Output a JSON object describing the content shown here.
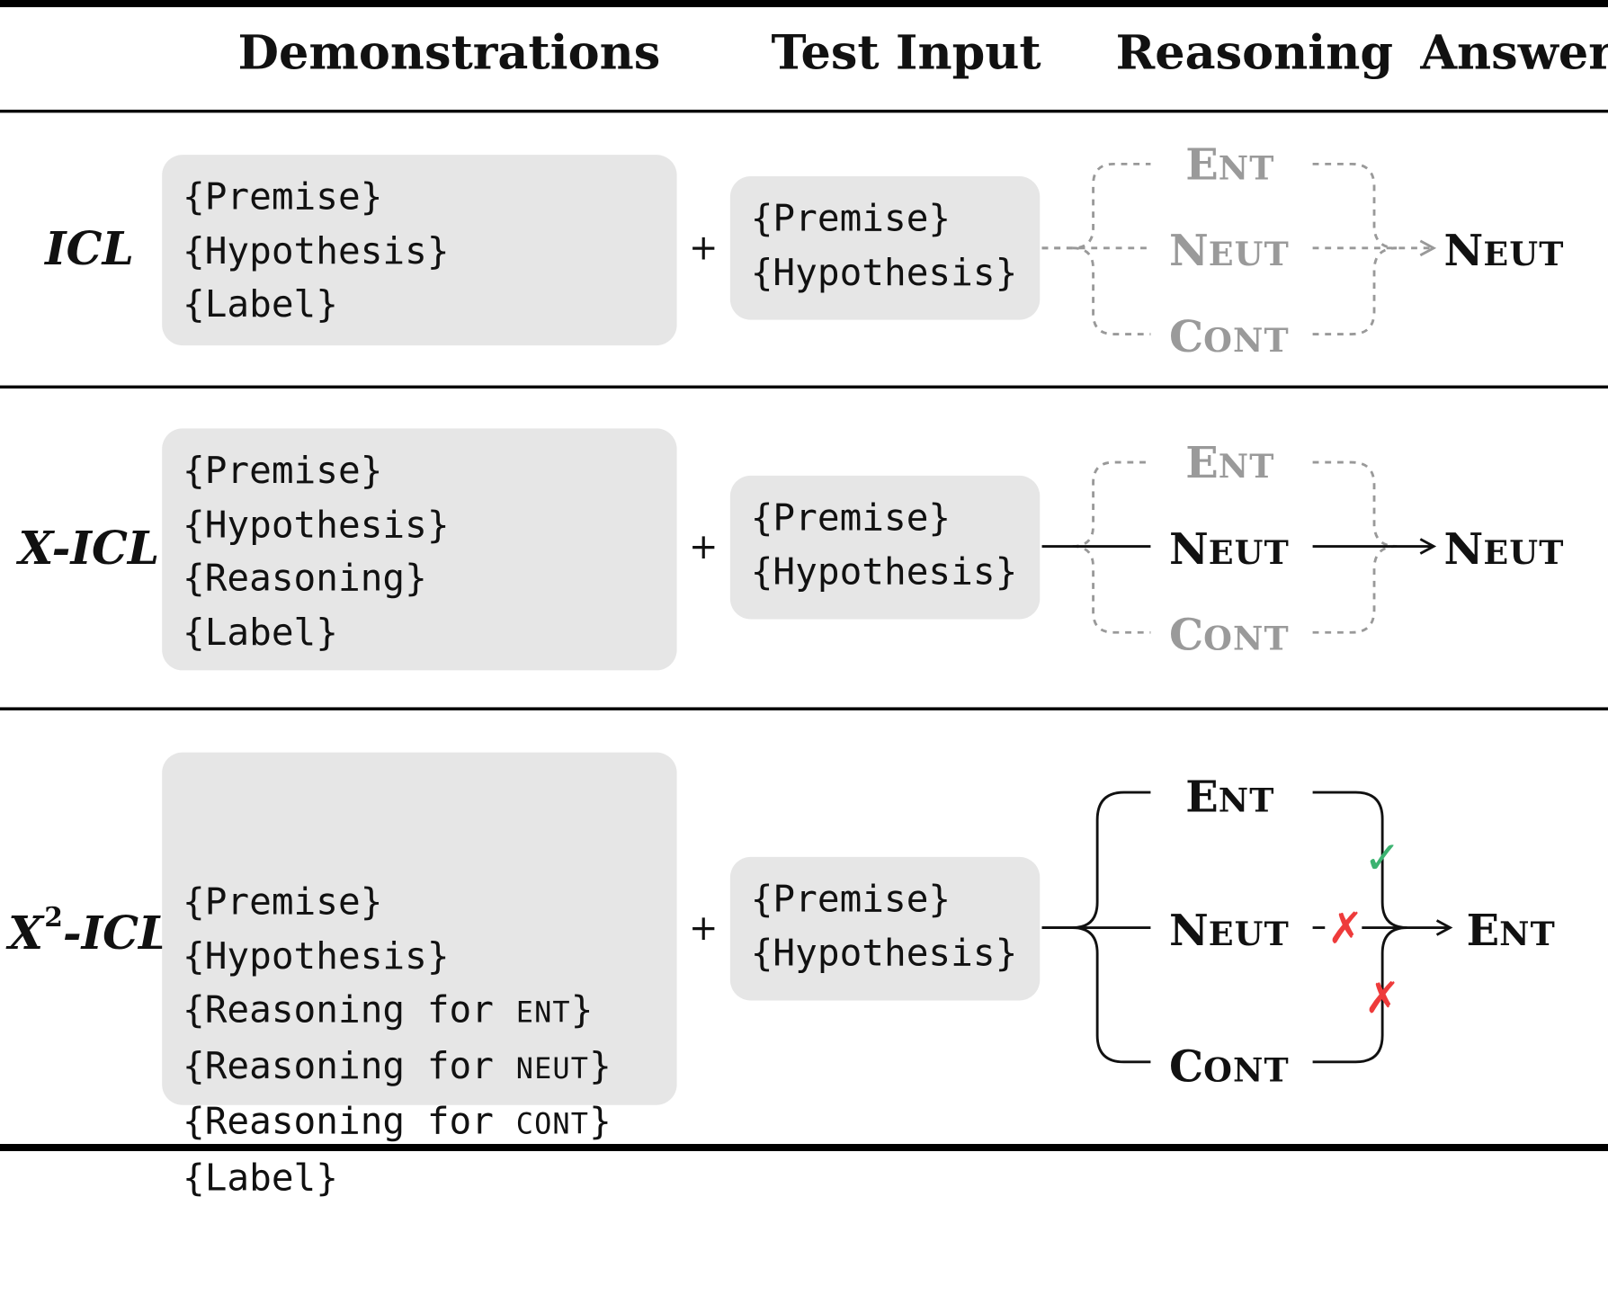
{
  "headers": {
    "demonstrations": "Demonstrations",
    "test_input": "Test Input",
    "reasoning": "Reasoning",
    "answer": "Answer"
  },
  "rows": [
    {
      "method": "ICL",
      "demonstrations": [
        "{Premise}",
        "{Hypothesis}",
        "{Label}"
      ],
      "test_input": [
        "{Premise}",
        "{Hypothesis}"
      ],
      "reasoning_labels": {
        "ent": "ENT",
        "neut": "NEUT",
        "cont": "CONT"
      },
      "selected": "none",
      "answer": "NEUT"
    },
    {
      "method": "X-ICL",
      "demonstrations": [
        "{Premise}",
        "{Hypothesis}",
        "{Reasoning}",
        "{Label}"
      ],
      "test_input": [
        "{Premise}",
        "{Hypothesis}"
      ],
      "reasoning_labels": {
        "ent": "ENT",
        "neut": "NEUT",
        "cont": "CONT"
      },
      "selected": "NEUT",
      "answer": "NEUT"
    },
    {
      "method_base": "X",
      "method_sup": "2",
      "method_rest": "-ICL",
      "demonstrations": [
        "{Premise}",
        "{Hypothesis}",
        {
          "prefix": "{Reasoning for ",
          "sc": "ENT",
          "suffix": "}"
        },
        {
          "prefix": "{Reasoning for ",
          "sc": "NEUT",
          "suffix": "}"
        },
        {
          "prefix": "{Reasoning for ",
          "sc": "CONT",
          "suffix": "}"
        },
        "{Label}"
      ],
      "test_input": [
        "{Premise}",
        "{Hypothesis}"
      ],
      "reasoning_labels": {
        "ent": "ENT",
        "neut": "NEUT",
        "cont": "CONT"
      },
      "verdicts": {
        "ent": "✓",
        "neut": "✗",
        "cont": "✗"
      },
      "answer": "ENT"
    }
  ],
  "plus_symbol": "+",
  "colors": {
    "check": "#3cb371",
    "cross": "#ee3b3b",
    "faded": "#9a9a9a",
    "box": "#e6e6e6"
  }
}
